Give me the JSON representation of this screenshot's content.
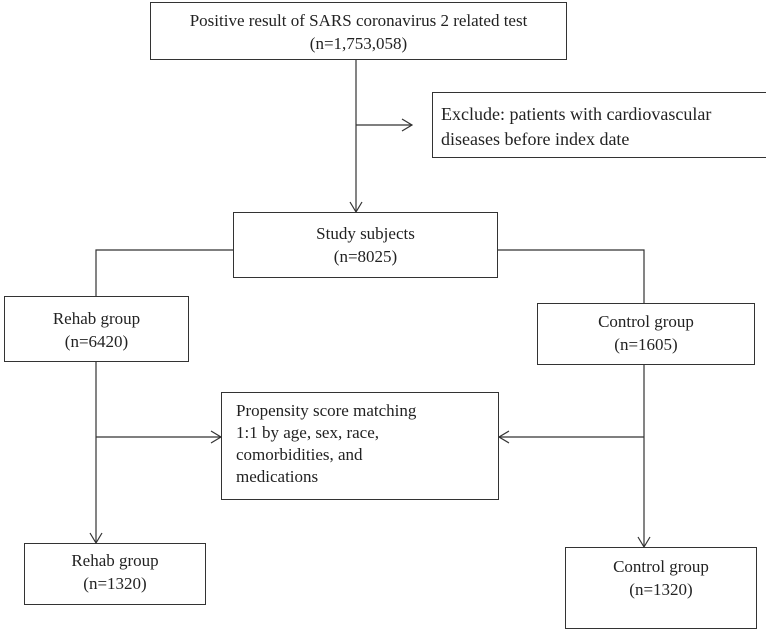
{
  "boxes": {
    "positive": {
      "line1": "Positive result of SARS coronavirus 2 related test",
      "line2": "(n=1,753,058)"
    },
    "exclude": {
      "line1": "Exclude: patients with cardiovascular",
      "line2": "diseases before index date"
    },
    "study": {
      "line1": "Study subjects",
      "line2": "(n=8025)"
    },
    "rehab1": {
      "line1": "Rehab group",
      "line2": "(n=6420)"
    },
    "control1": {
      "line1": "Control group",
      "line2": "(n=1605)"
    },
    "psm": {
      "line1": "Propensity score matching",
      "line2": "1:1 by age, sex, race,",
      "line3": "comorbidities, and",
      "line4": "medications"
    },
    "rehab2": {
      "line1": "Rehab group",
      "line2": "(n=1320)"
    },
    "control2": {
      "line1": "Control group",
      "line2": "(n=1320)"
    }
  }
}
